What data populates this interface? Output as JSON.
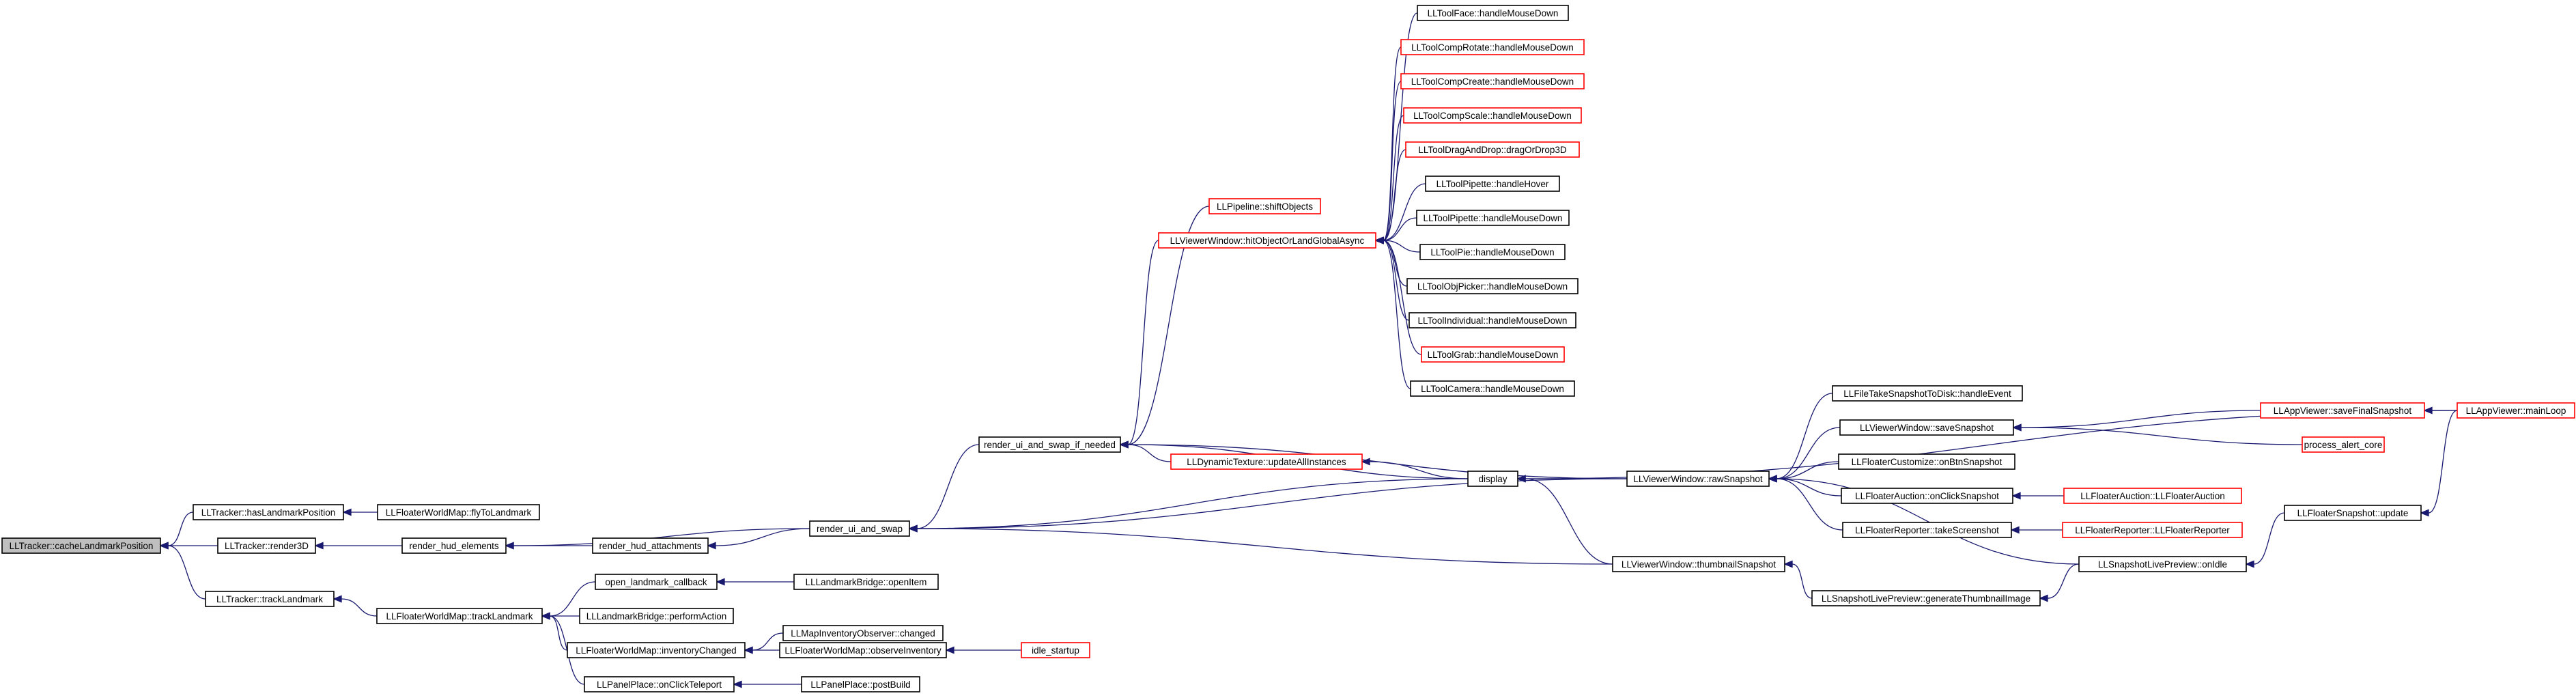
{
  "colors": {
    "edge": "#191970",
    "focus_fill": "#bfbfbf",
    "focus_border": "#000000",
    "node_border": "#000000",
    "truncated_border": "#ff0000",
    "node_fill": "#ffffff",
    "text": "#000000"
  },
  "nodes": [
    {
      "id": "cache",
      "label": "LLTracker::cacheLandmarkPosition",
      "kind": "focus"
    },
    {
      "id": "hasLandmark",
      "label": "LLTracker::hasLandmarkPosition",
      "kind": "normal"
    },
    {
      "id": "flyTo",
      "label": "LLFloaterWorldMap::flyToLandmark",
      "kind": "normal"
    },
    {
      "id": "render3D",
      "label": "LLTracker::render3D",
      "kind": "normal"
    },
    {
      "id": "hudElements",
      "label": "render_hud_elements",
      "kind": "normal"
    },
    {
      "id": "hudAttach",
      "label": "render_hud_attachments",
      "kind": "normal"
    },
    {
      "id": "uiSwap",
      "label": "render_ui_and_swap",
      "kind": "normal"
    },
    {
      "id": "uiSwapIf",
      "label": "render_ui_and_swap_if_needed",
      "kind": "normal"
    },
    {
      "id": "trackLandmark",
      "label": "LLTracker::trackLandmark",
      "kind": "normal"
    },
    {
      "id": "fwmTrack",
      "label": "LLFloaterWorldMap::trackLandmark",
      "kind": "normal"
    },
    {
      "id": "openCb",
      "label": "open_landmark_callback",
      "kind": "normal"
    },
    {
      "id": "openItem",
      "label": "LLLandmarkBridge::openItem",
      "kind": "normal"
    },
    {
      "id": "perform",
      "label": "LLLandmarkBridge::performAction",
      "kind": "normal"
    },
    {
      "id": "invChanged",
      "label": "LLFloaterWorldMap::inventoryChanged",
      "kind": "normal"
    },
    {
      "id": "mapInvObs",
      "label": "LLMapInventoryObserver::changed",
      "kind": "normal"
    },
    {
      "id": "observeInv",
      "label": "LLFloaterWorldMap::observeInventory",
      "kind": "normal"
    },
    {
      "id": "idleStartup",
      "label": "idle_startup",
      "kind": "truncated"
    },
    {
      "id": "ppTeleport",
      "label": "LLPanelPlace::onClickTeleport",
      "kind": "normal"
    },
    {
      "id": "ppPostBuild",
      "label": "LLPanelPlace::postBuild",
      "kind": "normal"
    },
    {
      "id": "shift",
      "label": "LLPipeline::shiftObjects",
      "kind": "truncated"
    },
    {
      "id": "hitObj",
      "label": "LLViewerWindow::hitObjectOrLandGlobalAsync",
      "kind": "truncated"
    },
    {
      "id": "tFace",
      "label": "LLToolFace::handleMouseDown",
      "kind": "normal"
    },
    {
      "id": "tRotate",
      "label": "LLToolCompRotate::handleMouseDown",
      "kind": "truncated"
    },
    {
      "id": "tCreate",
      "label": "LLToolCompCreate::handleMouseDown",
      "kind": "truncated"
    },
    {
      "id": "tScale",
      "label": "LLToolCompScale::handleMouseDown",
      "kind": "truncated"
    },
    {
      "id": "tDrag",
      "label": "LLToolDragAndDrop::dragOrDrop3D",
      "kind": "truncated"
    },
    {
      "id": "tPipHover",
      "label": "LLToolPipette::handleHover",
      "kind": "normal"
    },
    {
      "id": "tPipDown",
      "label": "LLToolPipette::handleMouseDown",
      "kind": "normal"
    },
    {
      "id": "tPie",
      "label": "LLToolPie::handleMouseDown",
      "kind": "normal"
    },
    {
      "id": "tObjPick",
      "label": "LLToolObjPicker::handleMouseDown",
      "kind": "normal"
    },
    {
      "id": "tIndiv",
      "label": "LLToolIndividual::handleMouseDown",
      "kind": "normal"
    },
    {
      "id": "tGrab",
      "label": "LLToolGrab::handleMouseDown",
      "kind": "truncated"
    },
    {
      "id": "tCamera",
      "label": "LLToolCamera::handleMouseDown",
      "kind": "normal"
    },
    {
      "id": "dynTex",
      "label": "LLDynamicTexture::updateAllInstances",
      "kind": "truncated"
    },
    {
      "id": "display",
      "label": "display",
      "kind": "normal"
    },
    {
      "id": "rawSnap",
      "label": "LLViewerWindow::rawSnapshot",
      "kind": "normal"
    },
    {
      "id": "thumbSnap",
      "label": "LLViewerWindow::thumbnailSnapshot",
      "kind": "normal"
    },
    {
      "id": "ftsDisk",
      "label": "LLFileTakeSnapshotToDisk::handleEvent",
      "kind": "normal"
    },
    {
      "id": "saveSnap",
      "label": "LLViewerWindow::saveSnapshot",
      "kind": "normal"
    },
    {
      "id": "custBtn",
      "label": "LLFloaterCustomize::onBtnSnapshot",
      "kind": "normal"
    },
    {
      "id": "aucClick",
      "label": "LLFloaterAuction::onClickSnapshot",
      "kind": "normal"
    },
    {
      "id": "repShot",
      "label": "LLFloaterReporter::takeScreenshot",
      "kind": "normal"
    },
    {
      "id": "saveFinal",
      "label": "LLAppViewer::saveFinalSnapshot",
      "kind": "truncated"
    },
    {
      "id": "procAlert",
      "label": "process_alert_core",
      "kind": "truncated"
    },
    {
      "id": "aucCtor",
      "label": "LLFloaterAuction::LLFloaterAuction",
      "kind": "truncated"
    },
    {
      "id": "repCtor",
      "label": "LLFloaterReporter::LLFloaterReporter",
      "kind": "truncated"
    },
    {
      "id": "mainLoop",
      "label": "LLAppViewer::mainLoop",
      "kind": "truncated"
    },
    {
      "id": "genThumb",
      "label": "LLSnapshotLivePreview::generateThumbnailImage",
      "kind": "normal"
    },
    {
      "id": "onIdle",
      "label": "LLSnapshotLivePreview::onIdle",
      "kind": "normal"
    },
    {
      "id": "snapUpdate",
      "label": "LLFloaterSnapshot::update",
      "kind": "normal"
    }
  ],
  "edges": [
    [
      "hasLandmark",
      "cache"
    ],
    [
      "render3D",
      "cache"
    ],
    [
      "trackLandmark",
      "cache"
    ],
    [
      "flyTo",
      "hasLandmark"
    ],
    [
      "hudElements",
      "render3D"
    ],
    [
      "hudAttach",
      "hudElements"
    ],
    [
      "uiSwap",
      "hudElements"
    ],
    [
      "uiSwap",
      "hudAttach"
    ],
    [
      "uiSwapIf",
      "uiSwap"
    ],
    [
      "display",
      "uiSwap"
    ],
    [
      "rawSnap",
      "uiSwap"
    ],
    [
      "thumbSnap",
      "uiSwap"
    ],
    [
      "shift",
      "uiSwapIf"
    ],
    [
      "hitObj",
      "uiSwapIf"
    ],
    [
      "dynTex",
      "uiSwapIf"
    ],
    [
      "display",
      "uiSwapIf"
    ],
    [
      "rawSnap",
      "uiSwapIf"
    ],
    [
      "tFace",
      "hitObj"
    ],
    [
      "tRotate",
      "hitObj"
    ],
    [
      "tCreate",
      "hitObj"
    ],
    [
      "tScale",
      "hitObj"
    ],
    [
      "tDrag",
      "hitObj"
    ],
    [
      "tPipHover",
      "hitObj"
    ],
    [
      "tPipDown",
      "hitObj"
    ],
    [
      "tPie",
      "hitObj"
    ],
    [
      "tObjPick",
      "hitObj"
    ],
    [
      "tIndiv",
      "hitObj"
    ],
    [
      "tGrab",
      "hitObj"
    ],
    [
      "tCamera",
      "hitObj"
    ],
    [
      "display",
      "dynTex"
    ],
    [
      "mainLoop",
      "display"
    ],
    [
      "rawSnap",
      "display"
    ],
    [
      "thumbSnap",
      "display"
    ],
    [
      "ftsDisk",
      "rawSnap"
    ],
    [
      "saveSnap",
      "rawSnap"
    ],
    [
      "custBtn",
      "rawSnap"
    ],
    [
      "aucClick",
      "rawSnap"
    ],
    [
      "repShot",
      "rawSnap"
    ],
    [
      "onIdle",
      "rawSnap"
    ],
    [
      "saveFinal",
      "saveSnap"
    ],
    [
      "procAlert",
      "saveSnap"
    ],
    [
      "mainLoop",
      "saveFinal"
    ],
    [
      "aucCtor",
      "aucClick"
    ],
    [
      "repCtor",
      "repShot"
    ],
    [
      "genThumb",
      "thumbSnap"
    ],
    [
      "onIdle",
      "genThumb"
    ],
    [
      "snapUpdate",
      "onIdle"
    ],
    [
      "mainLoop",
      "snapUpdate"
    ],
    [
      "fwmTrack",
      "trackLandmark"
    ],
    [
      "openCb",
      "fwmTrack"
    ],
    [
      "perform",
      "fwmTrack"
    ],
    [
      "invChanged",
      "fwmTrack"
    ],
    [
      "ppTeleport",
      "fwmTrack"
    ],
    [
      "openItem",
      "openCb"
    ],
    [
      "mapInvObs",
      "invChanged"
    ],
    [
      "observeInv",
      "invChanged"
    ],
    [
      "idleStartup",
      "observeInv"
    ],
    [
      "ppPostBuild",
      "ppTeleport"
    ]
  ]
}
